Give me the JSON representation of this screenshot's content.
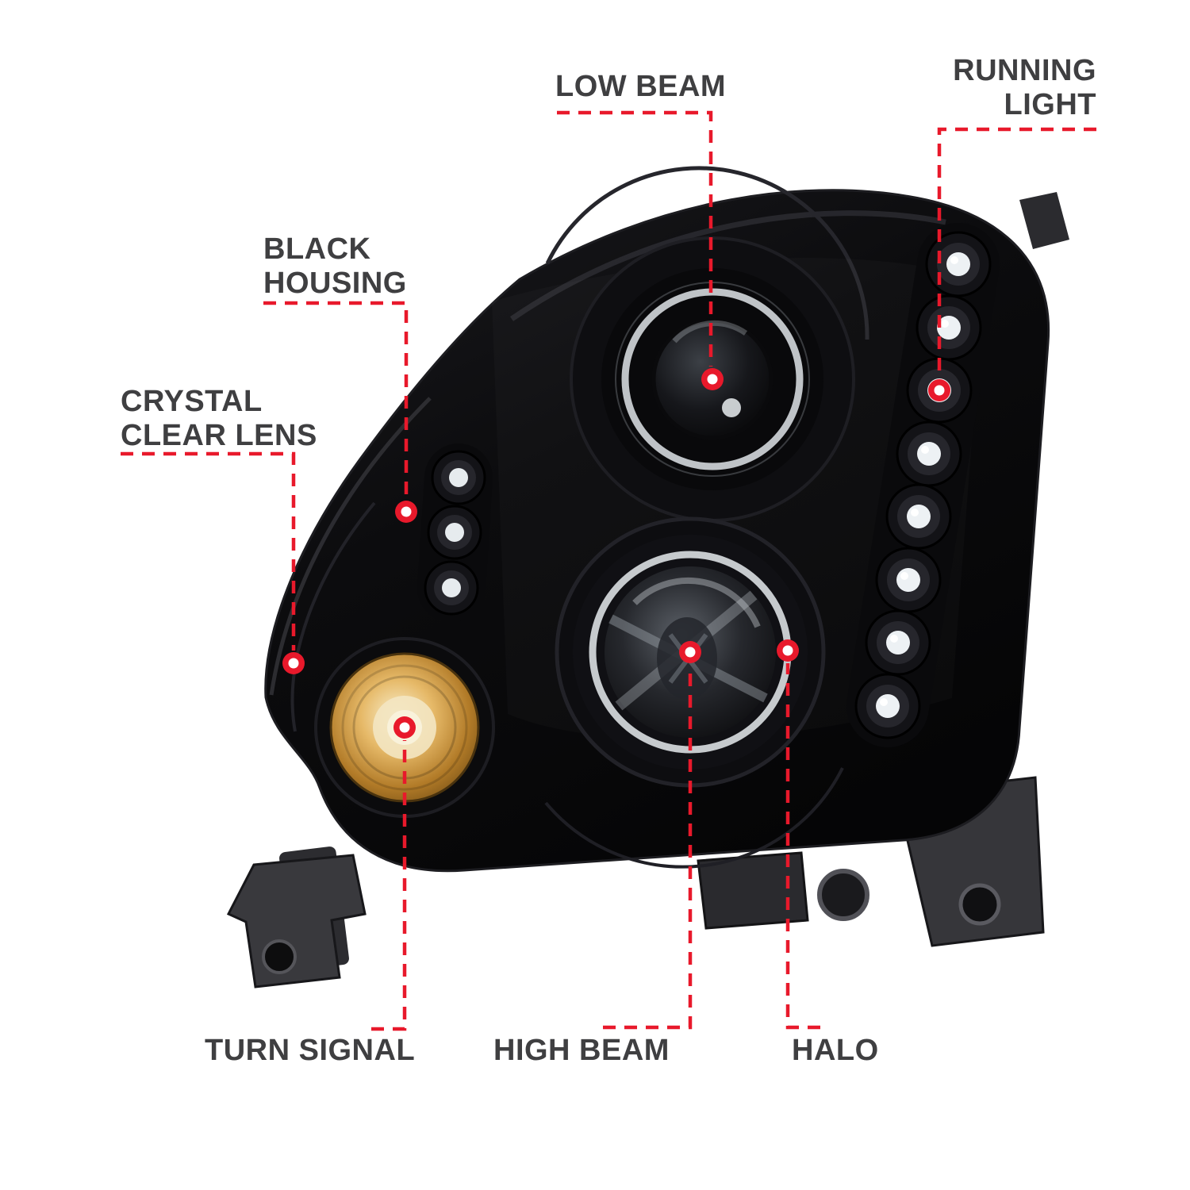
{
  "diagram": {
    "subject": "projector headlight feature callout diagram"
  },
  "colors": {
    "background": "#ffffff",
    "accent_red": "#e8192b",
    "label_gray": "#3f3f41",
    "housing_black": "#0b0b0c",
    "halo_white": "#d6dadd",
    "turn_signal_amber": "#d9a45a"
  },
  "callouts": {
    "low_beam": {
      "text": "LOW BEAM"
    },
    "running_light": {
      "line1": "RUNNING",
      "line2": "LIGHT"
    },
    "black_housing": {
      "line1": "BLACK",
      "line2": "HOUSING"
    },
    "crystal_clear_lens": {
      "line1": "CRYSTAL",
      "line2": "CLEAR LENS"
    },
    "turn_signal": {
      "text": "TURN SIGNAL"
    },
    "high_beam": {
      "text": "HIGH BEAM"
    },
    "halo": {
      "text": "HALO"
    }
  }
}
